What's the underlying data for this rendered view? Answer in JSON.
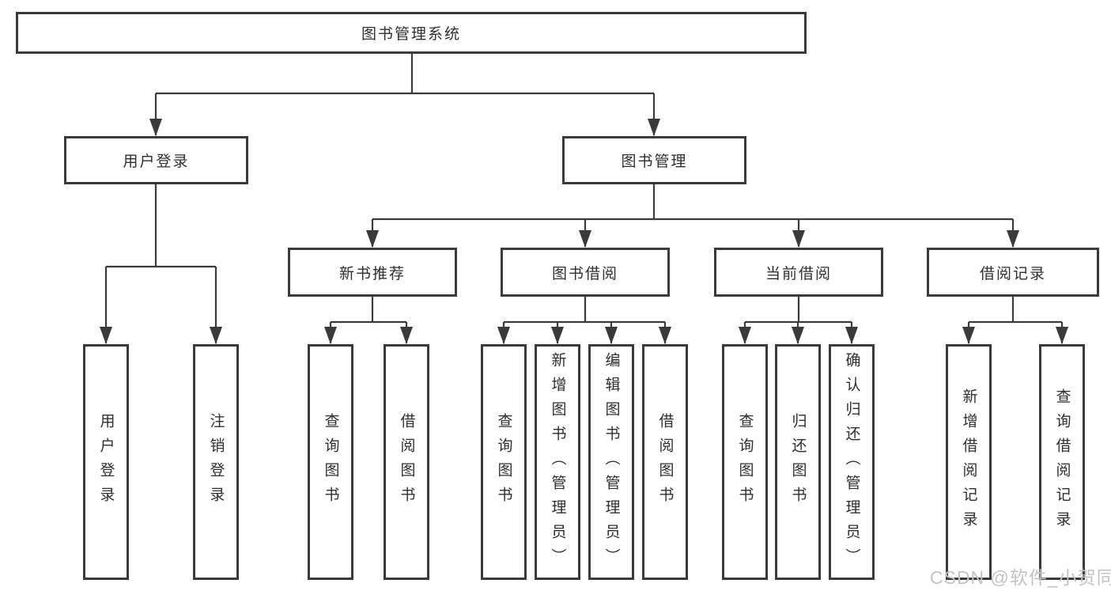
{
  "diagram": {
    "title": "图书管理系统",
    "branches": [
      {
        "label": "用户登录",
        "children": [
          "用户登录",
          "注销登录"
        ]
      },
      {
        "label": "图书管理",
        "children": [
          {
            "label": "新书推荐",
            "children": [
              "查询图书",
              "借阅图书"
            ]
          },
          {
            "label": "图书借阅",
            "children": [
              "查询图书",
              "新增图书（管理员）",
              "编辑图书（管理员）",
              "借阅图书"
            ]
          },
          {
            "label": "当前借阅",
            "children": [
              "查询图书",
              "归还图书",
              "确认归还（管理员）"
            ]
          },
          {
            "label": "借阅记录",
            "children": [
              "新增借阅记录",
              "查询借阅记录"
            ]
          }
        ]
      }
    ]
  },
  "watermark": {
    "text": "CSDN @软件_小贺同学"
  },
  "colors": {
    "line": "#3a3a3a",
    "text": "#2e2e2e",
    "box_background": "#ffffff",
    "watermark": "#c3c3c3",
    "background": "#ffffff"
  }
}
